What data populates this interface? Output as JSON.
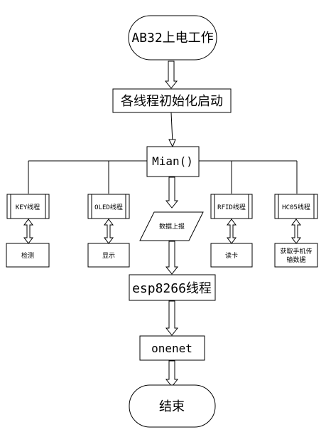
{
  "diagram": {
    "start": "AB32上电工作",
    "init": "各线程初始化启动",
    "main": "Mian()",
    "threads": {
      "key": "KEY线程",
      "oled": "OLED线程",
      "rfid": "RFID线程",
      "hc05": "HC05线程"
    },
    "actions": {
      "detect": "检测",
      "display": "显示",
      "read_card": "读卡",
      "phone_line1": "获取手机传",
      "phone_line2": "输数据"
    },
    "report": "数据上报",
    "esp": "esp8266线程",
    "onenet": "onenet",
    "end": "结束"
  }
}
